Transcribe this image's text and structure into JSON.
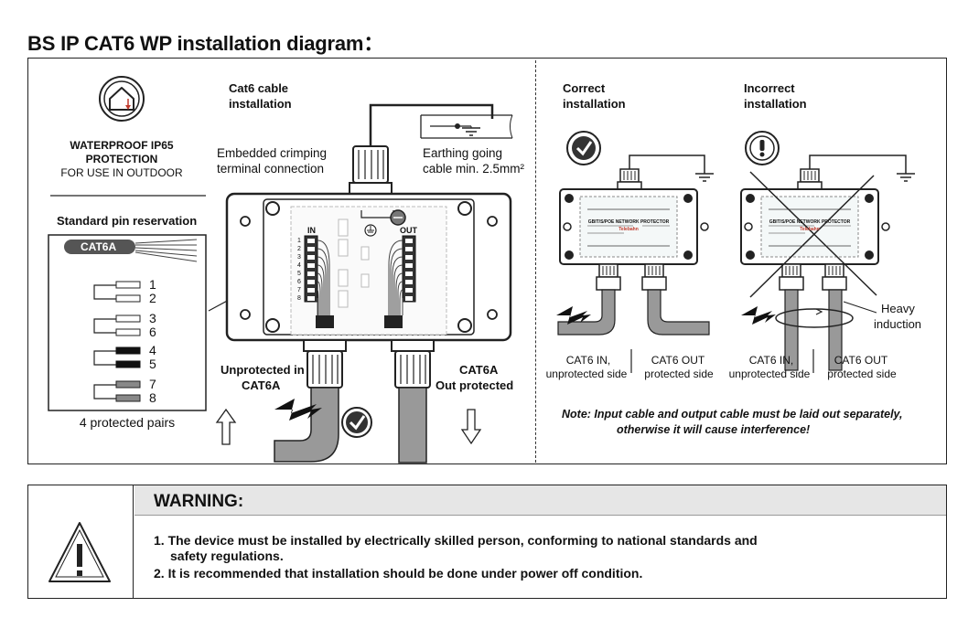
{
  "title": "BS IP CAT6 WP installation diagram：",
  "left": {
    "waterproof_line1": "WATERPROOF IP65",
    "waterproof_line2": "PROTECTION",
    "waterproof_line3": "FOR USE IN OUTDOOR",
    "pin_heading": "Standard pin reservation",
    "cable_label": "CAT6A",
    "pins": [
      "1",
      "2",
      "3",
      "6",
      "4",
      "5",
      "7",
      "8"
    ],
    "pairs_label": "4 protected pairs"
  },
  "center": {
    "heading_line1": "Cat6 cable",
    "heading_line2": "installation",
    "crimp_line1": "Embedded crimping",
    "crimp_line2": "terminal connection",
    "earth_line1": "Earthing going",
    "earth_line2": "cable min. 2.5mm²",
    "term_in": "IN",
    "term_out": "OUT",
    "terminal_numbers": [
      "1",
      "2",
      "3",
      "4",
      "5",
      "6",
      "7",
      "8"
    ],
    "unprot_line1": "Unprotected in",
    "unprot_line2": "CAT6A",
    "prot_line1": "CAT6A",
    "prot_line2": "Out protected"
  },
  "right": {
    "correct_line1": "Correct",
    "correct_line2": "installation",
    "incorrect_line1": "Incorrect",
    "incorrect_line2": "installation",
    "device_label": "GBIT/S/POE NETWORK PROTECTOR",
    "brand": "Telebahn",
    "in_label_line1": "CAT6 IN,",
    "in_label_line2": "unprotected side",
    "out_label_line1": "CAT6 OUT",
    "out_label_line2": "protected side",
    "heavy_line1": "Heavy",
    "heavy_line2": "induction",
    "note_line1": "Note: Input cable and output cable must be laid out separately,",
    "note_line2": "otherwise it will cause interference!"
  },
  "warning": {
    "title": "WARNING:",
    "line1": "1. The device must be installed by electrically skilled person, conforming to national standards and",
    "line2": "safety regulations.",
    "line3": "2. It is recommended that installation should be done under power off condition."
  }
}
